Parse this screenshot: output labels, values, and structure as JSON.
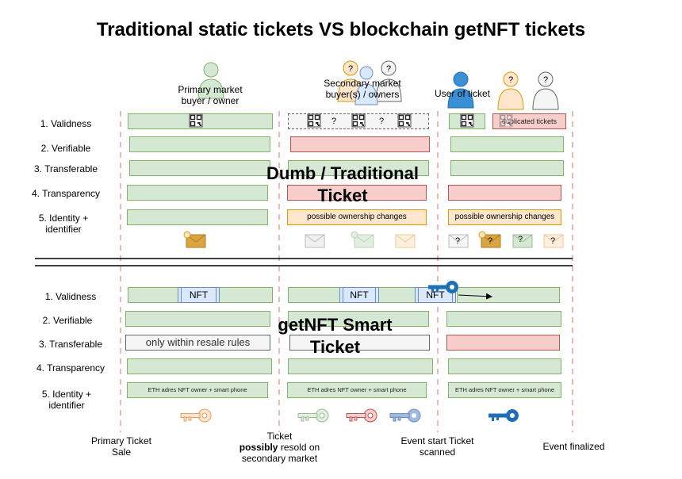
{
  "title": "Traditional static tickets VS blockchain getNFT tickets",
  "personas": {
    "primary": "Primary market buyer / owner",
    "secondary": "Secondary market buyer(s) / owners",
    "user": "User of ticket"
  },
  "top_rows": [
    "1. Validness",
    "2. Verifiable",
    "3. Transferable",
    "4. Transparency",
    "5. Identity + identifier"
  ],
  "bottom_rows": [
    "1. Validness",
    "2. Verifiable",
    "3. Transferable",
    "4. Transparency",
    "5. Identity + identifier"
  ],
  "top_section_label": "Dumb / Traditional Ticket",
  "bottom_section_label": "getNFT Smart Ticket",
  "duplicated_tickets": "duplicated tickets",
  "ownership_changes": "possible ownership changes",
  "question_mark": "?",
  "nft_label": "NFT",
  "resale_rules": "only within resale rules",
  "eth_identity": "ETH adres NFT owner + smart phone",
  "timeline": {
    "primary_sale": "Primary Ticket Sale",
    "resold_prefix": "Ticket",
    "resold_bold": "possibly",
    "resold_suffix": "resold on secondary market",
    "event_start": "Event start Ticket scanned",
    "event_finalized": "Event finalized"
  },
  "colors": {
    "green_fill": "#d5e8d4",
    "red_fill": "#f8cecc",
    "orange_fill": "#ffe6cc",
    "blue_fill": "#dae8fc",
    "timeline_dash": "#e8a09a",
    "key_blue": "#1f6fb5"
  },
  "icons": [
    "person-icon",
    "envelope-icon",
    "qr-code-icon",
    "key-icon",
    "arrow-icon"
  ]
}
